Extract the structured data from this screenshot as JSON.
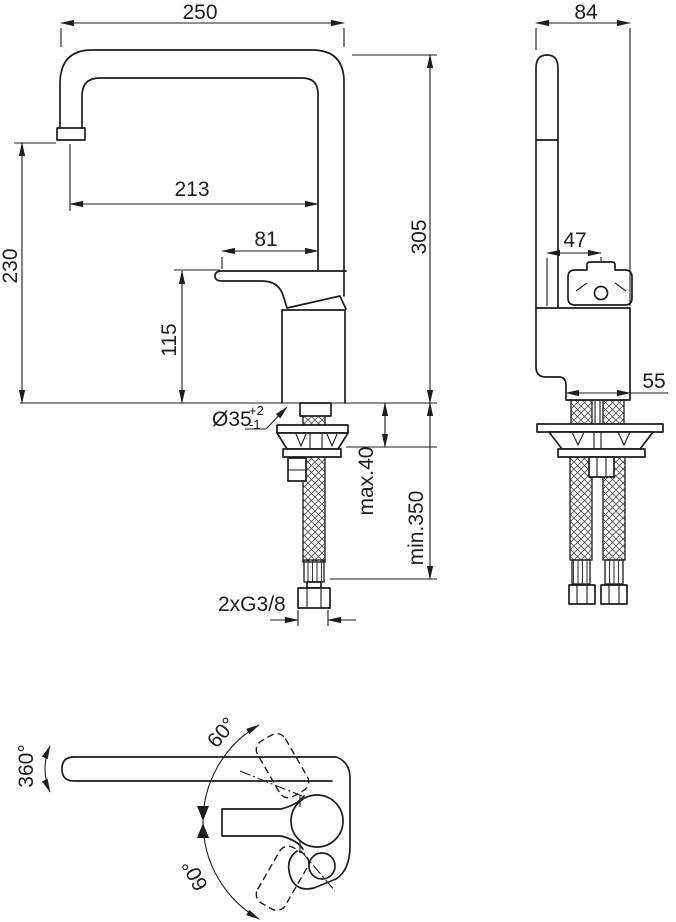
{
  "colors": {
    "line": "#1d1d1d",
    "background": "#ffffff"
  },
  "dims": {
    "front": {
      "spout_width": "250",
      "spout_reach": "213",
      "lever_length": "81",
      "outlet_height": "230",
      "base_height": "115",
      "total_height": "305",
      "deck_max": "max.40",
      "hose_min": "min.350",
      "hole_dia": "Ø35",
      "hole_tol_plus": "+2",
      "hole_tol_minus": "-1",
      "thread": "2xG3/8"
    },
    "side": {
      "depth": "84",
      "handle_center": "47",
      "base_depth": "55"
    },
    "top": {
      "swivel": "360°",
      "lever_up": "60°",
      "lever_down": "60°"
    }
  }
}
